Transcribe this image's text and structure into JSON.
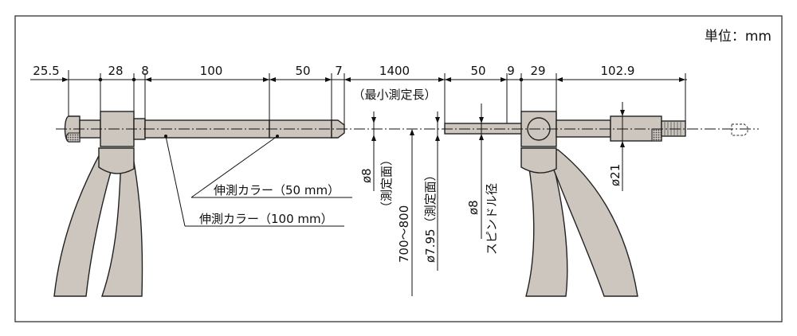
{
  "unit_label": "単位：mm",
  "dimensions_top": [
    "25.5",
    "28",
    "8",
    "100",
    "50",
    "7",
    "1400",
    "50",
    "9",
    "29",
    "102.9"
  ],
  "min_length_note": "（最小測定長）",
  "collar_50_label": "伸測カラー（50 mm）",
  "collar_100_label": "伸測カラー（100 mm）",
  "anvil_face_dia": "ø8",
  "anvil_face_note": "（測定面）",
  "range_label": "700～800",
  "spindle_face_dia": "ø7.95（測定面）",
  "spindle_dia": "ø8",
  "spindle_dia_note": "スピンドル径",
  "thimble_dia": "ø21",
  "colors": {
    "body": "#cdc6bf",
    "outline": "#222222",
    "knurl": "#444444"
  }
}
